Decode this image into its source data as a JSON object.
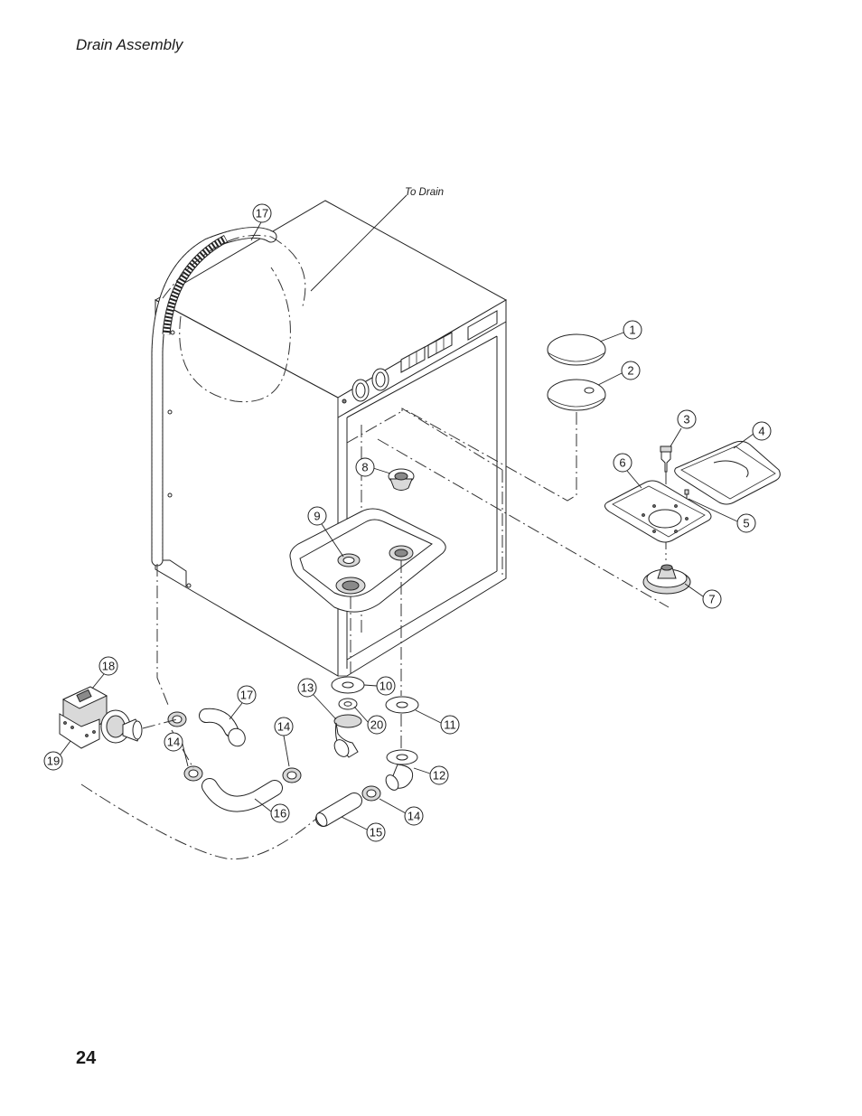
{
  "page": {
    "title": "Drain Assembly",
    "number": "24"
  },
  "diagram": {
    "note": "To Drain",
    "callouts": [
      "1",
      "2",
      "3",
      "4",
      "5",
      "6",
      "7",
      "8",
      "9",
      "10",
      "11",
      "12",
      "13",
      "14",
      "15",
      "16",
      "17",
      "18",
      "19",
      "20"
    ]
  }
}
